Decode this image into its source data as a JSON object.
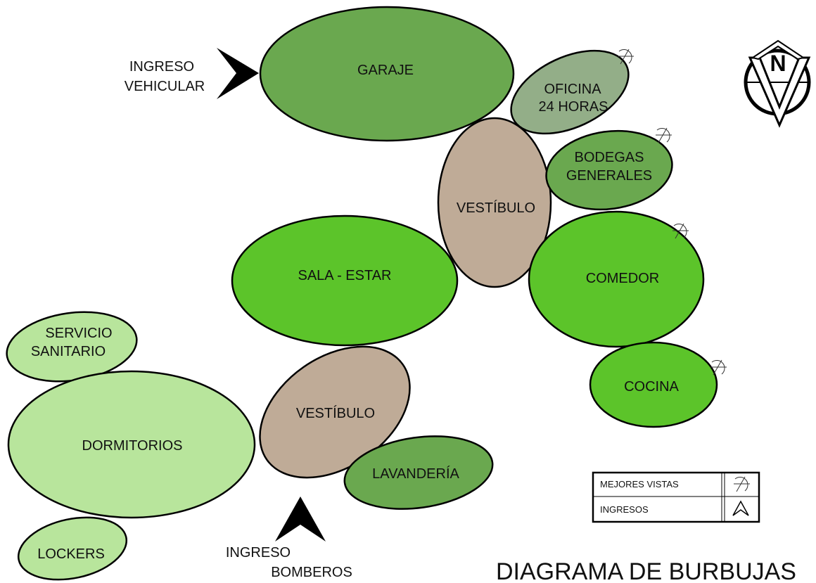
{
  "title": "DIAGRAMA DE BURBUJAS",
  "colors": {
    "garaje": "#6aa84f",
    "oficina": "#93ae88",
    "vestibulo": "#bfab97",
    "bodegas": "#6aa84f",
    "sala": "#5cc42a",
    "comedor": "#5cc42a",
    "cocina": "#5cc42a",
    "servicio": "#b8e59c",
    "dormitorios": "#b8e59c",
    "lockers": "#b8e59c",
    "lavanderia": "#6aa84f"
  },
  "bubbles": {
    "garaje": [
      "GARAJE"
    ],
    "oficina": [
      "OFICINA",
      "24 HORAS"
    ],
    "vestibulo_top": [
      "VESTÍBULO"
    ],
    "bodegas": [
      "BODEGAS",
      "GENERALES"
    ],
    "sala": [
      "SALA - ESTAR"
    ],
    "comedor": [
      "COMEDOR"
    ],
    "cocina": [
      "COCINA"
    ],
    "servicio": [
      "SERVICIO",
      "SANITARIO"
    ],
    "dormitorios": [
      "DORMITORIOS"
    ],
    "vestibulo_bottom": [
      "VESTÍBULO"
    ],
    "lavanderia": [
      "LAVANDERÍA"
    ],
    "lockers": [
      "LOCKERS"
    ]
  },
  "entrances": {
    "vehicular": [
      "INGRESO",
      "VEHICULAR"
    ],
    "bomberos": [
      "INGRESO",
      "BOMBEROS"
    ]
  },
  "legend": {
    "row1": "MEJORES VISTAS",
    "row2": "INGRESOS"
  },
  "north": {
    "letter": "N",
    "logo_letter": "V"
  }
}
